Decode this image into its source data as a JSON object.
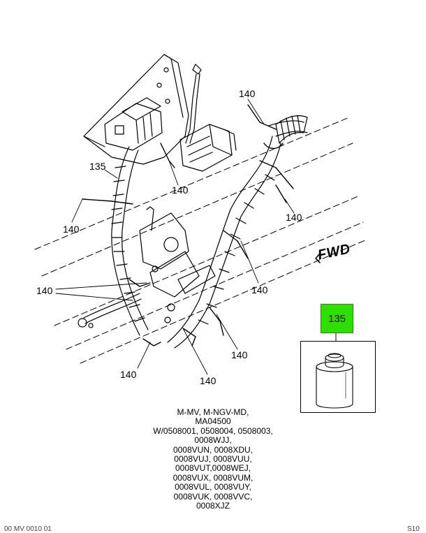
{
  "callouts": {
    "c140_top_right": "140",
    "c135_left": "135",
    "c140_mid_center": "140",
    "c140_left": "140",
    "c140_right_upper": "140",
    "c140_right_mid": "140",
    "c140_lower_left": "140",
    "c140_bottom_right": "140",
    "c140_bottom_left": "140",
    "c140_bottom_center": "140"
  },
  "direction_label": "FWD",
  "inset": {
    "part_number": "135",
    "highlight_color": "#2ee000"
  },
  "notes": [
    "M-MV, M-NGV-MD,",
    "MA04500",
    "W/0508001, 0508004, 0508003,",
    "0008WJJ,",
    "0008VUN, 0008XDU,",
    "0008VUJ, 0008VUU,",
    "0008VUT,0008WEJ,",
    "0008VUX, 0008VUM,",
    "0008VUL, 0008VUY,",
    "0008VUK, 0008VVC,",
    "0008XJZ"
  ],
  "footer": {
    "left": "00 MV 0010 01",
    "right": "S10"
  }
}
